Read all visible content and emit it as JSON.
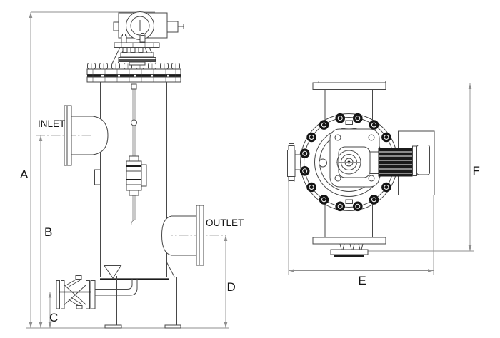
{
  "drawing": {
    "type": "technical-engineering-drawing",
    "views": [
      "front-elevation",
      "top-view"
    ]
  },
  "colors": {
    "background": "#ffffff",
    "line": "#474747",
    "dim": "#8f8f8f",
    "dark": "#1b1b1b"
  },
  "front_view": {
    "inlet_label": "INLET",
    "outlet_label": "OUTLET",
    "dims": {
      "overall_height": "A",
      "inlet_center_height": "B",
      "drain_center_height": "C",
      "outlet_center_height": "D"
    }
  },
  "top_view": {
    "dims": {
      "overall_width": "E",
      "overall_depth": "F"
    }
  }
}
